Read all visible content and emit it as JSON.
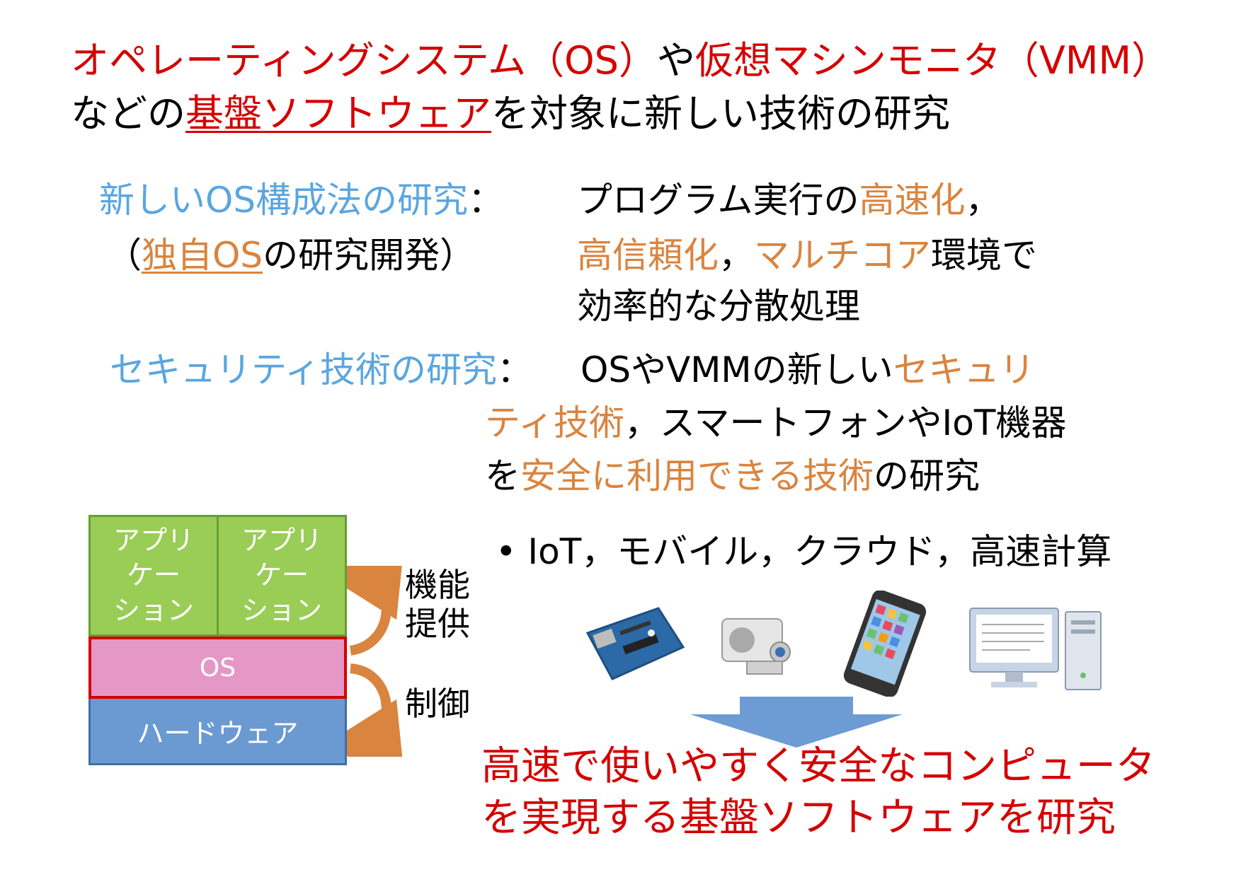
{
  "heading": {
    "line1_a": "オペレーティングシステム（OS）",
    "line1_b": "や",
    "line1_c": "仮想マシンモニタ（VMM）",
    "line2_a": "などの",
    "line2_b": "基盤ソフトウェア",
    "line2_c": "を対象に新しい技術の研究"
  },
  "research1": {
    "title": "新しいOS構成法の研究",
    "colon": "：",
    "desc1_a": "プログラム実行の",
    "desc1_b": "高速化",
    "desc1_c": "，",
    "sub_open": "（",
    "sub_link": "独自OS",
    "sub_rest": "の研究開発）",
    "desc2_a": "高信頼化",
    "desc2_b": "，",
    "desc2_c": "マルチコア",
    "desc2_d": "環境で",
    "desc3": "効率的な分散処理"
  },
  "research2": {
    "title": "セキュリティ技術の研究",
    "colon": "：",
    "desc1_a": "OSやVMMの新しい",
    "desc1_b": "セキュリ",
    "desc2_a": "ティ技術",
    "desc2_b": "，スマートフォンやIoT機器",
    "desc3_a": "を",
    "desc3_b": "安全に利用できる技術",
    "desc3_c": "の研究"
  },
  "diagram": {
    "app1": "アプリ\nケー\nション",
    "app2": "アプリ\nケー\nション",
    "os": "OS",
    "hardware": "ハードウェア",
    "provide_label": "機能\n提供",
    "control_label": "制御"
  },
  "bullet": "• IoT，モバイル，クラウド，高速計算",
  "devices": [
    "arduino-board-icon",
    "camera-icon",
    "smartphone-icon",
    "desktop-computer-icon"
  ],
  "conclusion": {
    "line1": "高速で使いやすく安全なコンピュータ",
    "line2": "を実現する基盤ソフトウェアを研究"
  },
  "colors": {
    "red": "#d40000",
    "blue": "#5aa6e0",
    "orange": "#d9843f",
    "app_green": "#9acd55",
    "os_pink": "#e597c6",
    "hw_blue": "#6b99d2",
    "arrow_blue": "#6d9bd3"
  }
}
